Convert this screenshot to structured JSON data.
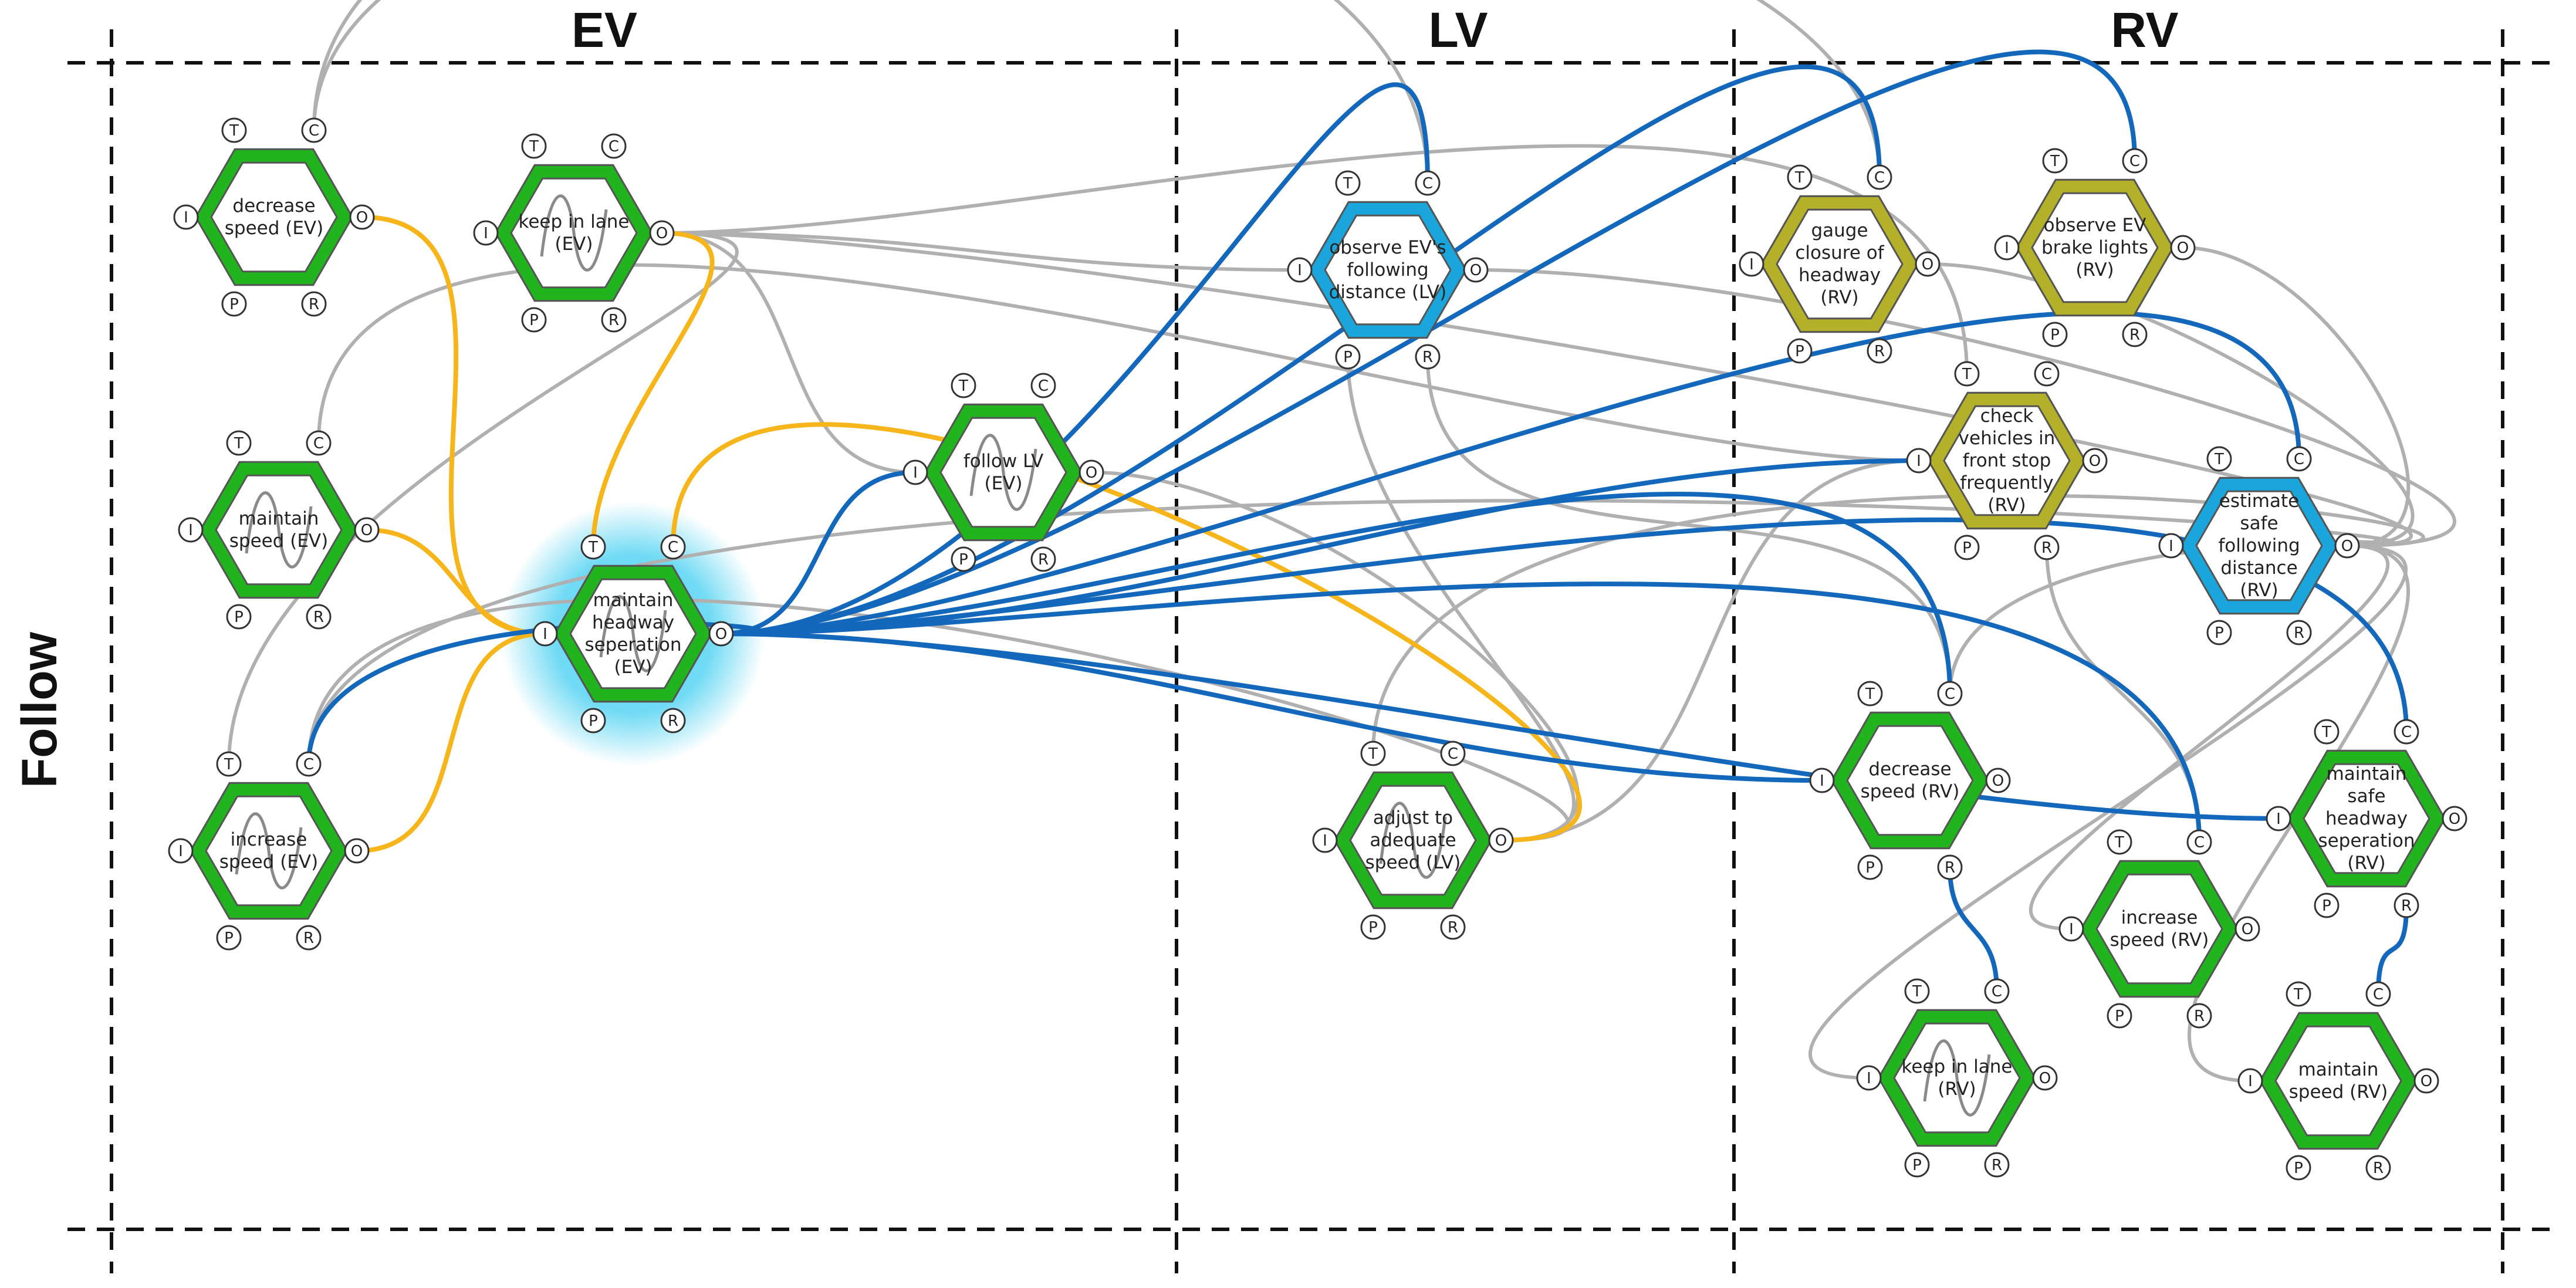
{
  "diagram": {
    "aspect": "Follow",
    "columns": [
      {
        "id": "ev",
        "label": "EV"
      },
      {
        "id": "lv",
        "label": "LV"
      },
      {
        "id": "rv",
        "label": "RV"
      }
    ],
    "port_letters": {
      "time": "T",
      "control": "C",
      "input": "I",
      "output": "O",
      "precondition": "P",
      "resource": "R"
    },
    "colors": {
      "function_green": "#22b41e",
      "function_cyan": "#1aa6dc",
      "function_olive": "#b4b02a",
      "hex_outline": "#555555",
      "link_grey": "#b0b0b0",
      "link_blue": "#1468bc",
      "link_yellow": "#f7b51c",
      "focus_glow": "#58d4f2"
    },
    "functions": [
      {
        "id": "decrease-speed-ev",
        "lines": [
          "decrease",
          "speed (EV)"
        ],
        "color": "green",
        "variable": false
      },
      {
        "id": "keep-in-lane-ev",
        "lines": [
          "keep in lane",
          "(EV)"
        ],
        "color": "green",
        "variable": true
      },
      {
        "id": "maintain-speed-ev",
        "lines": [
          "maintain",
          "speed (EV)"
        ],
        "color": "green",
        "variable": true
      },
      {
        "id": "maintain-headway-ev",
        "lines": [
          "maintain",
          "headway",
          "seperation",
          "(EV)"
        ],
        "color": "green",
        "variable": true,
        "focus": true
      },
      {
        "id": "increase-speed-ev",
        "lines": [
          "increase",
          "speed (EV)"
        ],
        "color": "green",
        "variable": true
      },
      {
        "id": "follow-lv-ev",
        "lines": [
          "follow LV",
          "(EV)"
        ],
        "color": "green",
        "variable": true
      },
      {
        "id": "observe-following-lv",
        "lines": [
          "observe EV's",
          "following",
          "distance (LV)"
        ],
        "color": "cyan",
        "variable": false
      },
      {
        "id": "adjust-speed-lv",
        "lines": [
          "adjust to",
          "adequate",
          "speed (LV)"
        ],
        "color": "green",
        "variable": true
      },
      {
        "id": "gauge-closure-rv",
        "lines": [
          "gauge",
          "closure of",
          "headway",
          "(RV)"
        ],
        "color": "olive",
        "variable": false
      },
      {
        "id": "observe-brake-rv",
        "lines": [
          "observe EV",
          "brake lights",
          "(RV)"
        ],
        "color": "olive",
        "variable": false
      },
      {
        "id": "check-vehicles-rv",
        "lines": [
          "check",
          "vehicles in",
          "front stop",
          "frequently",
          "(RV)"
        ],
        "color": "olive",
        "variable": false
      },
      {
        "id": "estimate-distance-rv",
        "lines": [
          "estimate",
          "safe",
          "following",
          "distance",
          "(RV)"
        ],
        "color": "cyan",
        "variable": false
      },
      {
        "id": "decrease-speed-rv",
        "lines": [
          "decrease",
          "speed (RV)"
        ],
        "color": "green",
        "variable": false
      },
      {
        "id": "maintain-safe-headway-rv",
        "lines": [
          "maintain",
          "safe",
          "headway",
          "seperation",
          "(RV)"
        ],
        "color": "green",
        "variable": false
      },
      {
        "id": "increase-speed-rv",
        "lines": [
          "increase",
          "speed (RV)"
        ],
        "color": "green",
        "variable": false
      },
      {
        "id": "keep-in-lane-rv",
        "lines": [
          "keep in lane",
          "(RV)"
        ],
        "color": "green",
        "variable": true
      },
      {
        "id": "maintain-speed-rv",
        "lines": [
          "maintain",
          "speed (RV)"
        ],
        "color": "green",
        "variable": false
      }
    ],
    "couplings": [
      {
        "from": "decrease-speed-ev.O",
        "to": "maintain-headway-ev.I",
        "color": "yellow"
      },
      {
        "from": "maintain-speed-ev.O",
        "to": "maintain-headway-ev.I",
        "color": "yellow"
      },
      {
        "from": "increase-speed-ev.O",
        "to": "maintain-headway-ev.I",
        "color": "yellow"
      },
      {
        "from": "keep-in-lane-ev.O",
        "to": "maintain-headway-ev.T",
        "color": "yellow"
      },
      {
        "from": "maintain-headway-ev.C",
        "to": "adjust-speed-lv.O",
        "color": "yellow"
      },
      {
        "from": "maintain-headway-ev.O",
        "to": "observe-following-lv.C",
        "color": "blue"
      },
      {
        "from": "maintain-headway-ev.O",
        "to": "gauge-closure-rv.C",
        "color": "blue"
      },
      {
        "from": "maintain-headway-ev.O",
        "to": "observe-brake-rv.C",
        "color": "blue"
      },
      {
        "from": "maintain-headway-ev.O",
        "to": "follow-lv-ev.I",
        "color": "blue"
      },
      {
        "from": "maintain-headway-ev.O",
        "to": "estimate-distance-rv.C",
        "color": "blue"
      },
      {
        "from": "maintain-headway-ev.O",
        "to": "check-vehicles-rv.I",
        "color": "blue"
      },
      {
        "from": "maintain-headway-ev.O",
        "to": "decrease-speed-rv.I",
        "color": "blue"
      },
      {
        "from": "maintain-headway-ev.O",
        "to": "decrease-speed-rv.C",
        "color": "blue"
      },
      {
        "from": "maintain-headway-ev.O",
        "to": "increase-speed-rv.C",
        "color": "blue"
      },
      {
        "from": "maintain-headway-ev.O",
        "to": "maintain-safe-headway-rv.C",
        "color": "blue"
      },
      {
        "from": "maintain-headway-ev.O",
        "to": "maintain-safe-headway-rv.I",
        "color": "blue"
      },
      {
        "from": "maintain-headway-ev.O",
        "to": "increase-speed-ev.C",
        "color": "blue"
      },
      {
        "from": "decrease-speed-rv.R",
        "to": "keep-in-lane-rv.C",
        "color": "blue"
      },
      {
        "from": "maintain-safe-headway-rv.R",
        "to": "maintain-speed-rv.C",
        "color": "blue"
      },
      {
        "from": "decrease-speed-ev.C",
        "to": "observe-following-lv.C",
        "color": "grey"
      },
      {
        "from": "decrease-speed-ev.C",
        "to": "gauge-closure-rv.C",
        "color": "grey"
      },
      {
        "from": "keep-in-lane-ev.O",
        "to": "observe-following-lv.I",
        "color": "grey"
      },
      {
        "from": "keep-in-lane-ev.O",
        "to": "follow-lv-ev.I",
        "color": "grey"
      },
      {
        "from": "keep-in-lane-ev.O",
        "to": "estimate-distance-rv.O",
        "color": "grey"
      },
      {
        "from": "keep-in-lane-ev.O",
        "to": "check-vehicles-rv.T",
        "color": "grey"
      },
      {
        "from": "maintain-speed-ev.C",
        "to": "check-vehicles-rv.I",
        "color": "grey"
      },
      {
        "from": "increase-speed-ev.T",
        "to": "keep-in-lane-ev.O",
        "color": "grey"
      },
      {
        "from": "increase-speed-ev.C",
        "to": "estimate-distance-rv.O",
        "color": "grey"
      },
      {
        "from": "increase-speed-ev.C",
        "to": "adjust-speed-lv.O",
        "color": "grey"
      },
      {
        "from": "follow-lv-ev.O",
        "to": "adjust-speed-lv.O",
        "color": "grey"
      },
      {
        "from": "observe-following-lv.P",
        "to": "adjust-speed-lv.O",
        "color": "grey"
      },
      {
        "from": "observe-following-lv.R",
        "to": "decrease-speed-rv.C",
        "color": "grey"
      },
      {
        "from": "observe-following-lv.O",
        "to": "estimate-distance-rv.O",
        "color": "grey"
      },
      {
        "from": "adjust-speed-lv.O",
        "to": "check-vehicles-rv.I",
        "color": "grey"
      },
      {
        "from": "adjust-speed-lv.T",
        "to": "estimate-distance-rv.O",
        "color": "grey"
      },
      {
        "from": "gauge-closure-rv.O",
        "to": "estimate-distance-rv.O",
        "color": "grey"
      },
      {
        "from": "observe-brake-rv.O",
        "to": "estimate-distance-rv.O",
        "color": "grey"
      },
      {
        "from": "check-vehicles-rv.R",
        "to": "increase-speed-rv.C",
        "color": "grey"
      },
      {
        "from": "estimate-distance-rv.O",
        "to": "decrease-speed-rv.C",
        "color": "grey"
      },
      {
        "from": "estimate-distance-rv.O",
        "to": "increase-speed-rv.I",
        "color": "grey"
      },
      {
        "from": "estimate-distance-rv.O",
        "to": "maintain-speed-rv.I",
        "color": "grey"
      },
      {
        "from": "estimate-distance-rv.O",
        "to": "keep-in-lane-rv.I",
        "color": "grey"
      }
    ]
  }
}
